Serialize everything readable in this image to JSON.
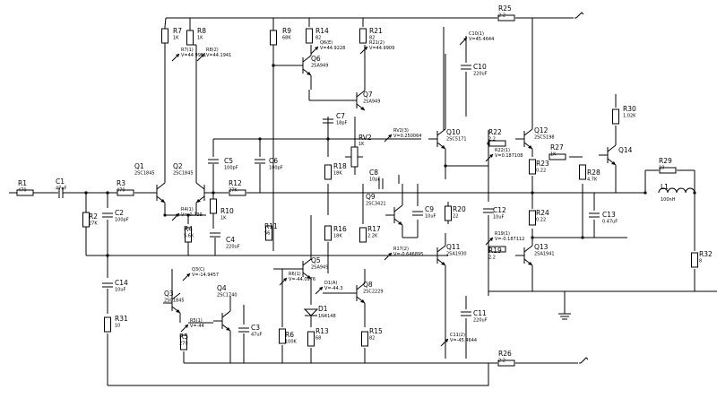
{
  "components": {
    "resistors": [
      {
        "name": "R1",
        "value": "470"
      },
      {
        "name": "R2",
        "value": "27K"
      },
      {
        "name": "R3",
        "value": "470"
      },
      {
        "name": "R4",
        "value": "5.6K"
      },
      {
        "name": "R5",
        "value": "270"
      },
      {
        "name": "R6",
        "value": "100K"
      },
      {
        "name": "R7",
        "value": "1K"
      },
      {
        "name": "R8",
        "value": "1K"
      },
      {
        "name": "R9",
        "value": "68K"
      },
      {
        "name": "R10",
        "value": "1K"
      },
      {
        "name": "R11",
        "value": "56"
      },
      {
        "name": "R12",
        "value": "27K"
      },
      {
        "name": "R13",
        "value": "68"
      },
      {
        "name": "R14",
        "value": "82"
      },
      {
        "name": "R15",
        "value": "82"
      },
      {
        "name": "R16",
        "value": "18K"
      },
      {
        "name": "R17",
        "value": "2.2K"
      },
      {
        "name": "R18",
        "value": "18K"
      },
      {
        "name": "R19",
        "value": "2.2"
      },
      {
        "name": "R20",
        "value": "22"
      },
      {
        "name": "R21",
        "value": "82"
      },
      {
        "name": "R22",
        "value": "2.2"
      },
      {
        "name": "R23",
        "value": "0.22"
      },
      {
        "name": "R24",
        "value": "0.22"
      },
      {
        "name": "R25",
        "value": "2.2"
      },
      {
        "name": "R26",
        "value": "2.2"
      },
      {
        "name": "R27",
        "value": "1K"
      },
      {
        "name": "R28",
        "value": "4.7K"
      },
      {
        "name": "R29",
        "value": "10"
      },
      {
        "name": "R30",
        "value": "1.02K"
      },
      {
        "name": "R31",
        "value": "10"
      },
      {
        "name": "R32",
        "value": "8"
      }
    ],
    "capacitors": [
      {
        "name": "C1",
        "value": "47uF"
      },
      {
        "name": "C2",
        "value": "100pF"
      },
      {
        "name": "C3",
        "value": "47uF"
      },
      {
        "name": "C4",
        "value": "220uF"
      },
      {
        "name": "C5",
        "value": "100pF"
      },
      {
        "name": "C6",
        "value": "100pF"
      },
      {
        "name": "C7",
        "value": "18pF"
      },
      {
        "name": "C8",
        "value": "10pF"
      },
      {
        "name": "C9",
        "value": "10uF"
      },
      {
        "name": "C10",
        "value": "220uF"
      },
      {
        "name": "C11",
        "value": "220uF"
      },
      {
        "name": "C12",
        "value": "10uF"
      },
      {
        "name": "C13",
        "value": "0.47uF"
      },
      {
        "name": "C14",
        "value": "10uF"
      }
    ],
    "transistors": [
      {
        "name": "Q1",
        "part": "2SC1845"
      },
      {
        "name": "Q2",
        "part": "2SC1845"
      },
      {
        "name": "Q3",
        "part": "2SC1845"
      },
      {
        "name": "Q4",
        "part": "2SC1740"
      },
      {
        "name": "Q5",
        "part": "2SA949"
      },
      {
        "name": "Q6",
        "part": "2SA949"
      },
      {
        "name": "Q7",
        "part": "2SA949"
      },
      {
        "name": "Q8",
        "part": "2SC2229"
      },
      {
        "name": "Q9",
        "part": "2SC3421"
      },
      {
        "name": "Q10",
        "part": "2SC5171"
      },
      {
        "name": "Q11",
        "part": "2SA1930"
      },
      {
        "name": "Q12",
        "part": "2SC5198"
      },
      {
        "name": "Q13",
        "part": "2SA1941"
      },
      {
        "name": "Q14",
        "part": ""
      }
    ],
    "others": {
      "rv2": {
        "name": "RV2",
        "value": "1K"
      },
      "d1": {
        "name": "D1",
        "part": "1N4148"
      },
      "l1": {
        "name": "L1",
        "value": "100nH"
      }
    }
  },
  "probes": [
    {
      "text": "R7(1)",
      "voltage": "V=44.9951"
    },
    {
      "text": "R8(2)",
      "voltage": "V=44.1941"
    },
    {
      "text": "Q6(E)",
      "voltage": "V=44.9228"
    },
    {
      "text": "R21(2)",
      "voltage": "V=44.9909"
    },
    {
      "text": "C10(1)",
      "voltage": "V=45.4644"
    },
    {
      "text": "RV2(3)",
      "voltage": "V=0.250064"
    },
    {
      "text": "R22(1)",
      "voltage": "V=0.187108"
    },
    {
      "text": "R4(1)",
      "voltage": "V=-0.739"
    },
    {
      "text": "Q3(C)",
      "voltage": "V=-14.9457"
    },
    {
      "text": "R6(1)",
      "voltage": "V=-44.0976"
    },
    {
      "text": "D1(A)",
      "voltage": "V=-44.3"
    },
    {
      "text": "R17(2)",
      "voltage": "V=-0.646895"
    },
    {
      "text": "R19(1)",
      "voltage": "V=-0.187112"
    },
    {
      "text": "R5(1)",
      "voltage": "V=-44"
    },
    {
      "text": "C11(2)",
      "voltage": "V=-45.4644"
    }
  ]
}
